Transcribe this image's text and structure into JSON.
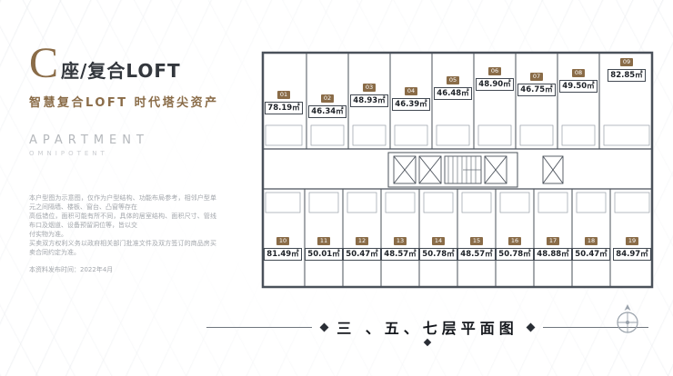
{
  "header": {
    "building_letter": "C",
    "building_label": "座/复合LOFT",
    "tagline": "智慧复合LOFT 时代塔尖资产",
    "brand_en": "APARTMENT",
    "brand_en_sub": "OMNIPOTENT"
  },
  "disclaimer": {
    "lines": [
      "本户型图为示意图，仅作为户型结构、功能布局参考，相邻户型单元之间隔墙、楼板、窗台、凸窗等存在",
      "高低错位，面积可能有所不同，具体的居室结构、面积尺寸、管线布口及烟道、设备预留洞位等，皆以交",
      "付实物为准。",
      "买卖双方权利义务以政府相关部门批准文件及双方签订的商品房买卖合同约定为准。"
    ],
    "publish_date": "本资料发布时间：2022年4月"
  },
  "plan": {
    "caption": "三 、五、七层平面图",
    "top_units": [
      {
        "no": "01",
        "area": "78.19㎡"
      },
      {
        "no": "02",
        "area": "46.34㎡"
      },
      {
        "no": "03",
        "area": "48.93㎡"
      },
      {
        "no": "04",
        "area": "46.39㎡"
      },
      {
        "no": "05",
        "area": "46.48㎡"
      },
      {
        "no": "06",
        "area": "48.90㎡"
      },
      {
        "no": "07",
        "area": "46.75㎡"
      },
      {
        "no": "08",
        "area": "49.50㎡"
      },
      {
        "no": "09",
        "area": "82.85㎡"
      }
    ],
    "bottom_units": [
      {
        "no": "10",
        "area": "81.49㎡"
      },
      {
        "no": "11",
        "area": "50.01㎡"
      },
      {
        "no": "12",
        "area": "50.47㎡"
      },
      {
        "no": "13",
        "area": "48.57㎡"
      },
      {
        "no": "14",
        "area": "50.78㎡"
      },
      {
        "no": "15",
        "area": "48.57㎡"
      },
      {
        "no": "16",
        "area": "50.78㎡"
      },
      {
        "no": "17",
        "area": "48.88㎡"
      },
      {
        "no": "18",
        "area": "50.47㎡"
      },
      {
        "no": "19",
        "area": "84.97㎡"
      }
    ]
  },
  "colors": {
    "accent_brown": "#8a6c48",
    "plan_line": "#4a515a",
    "text_dark": "#1d2127",
    "text_gray": "#a3a7ac"
  }
}
